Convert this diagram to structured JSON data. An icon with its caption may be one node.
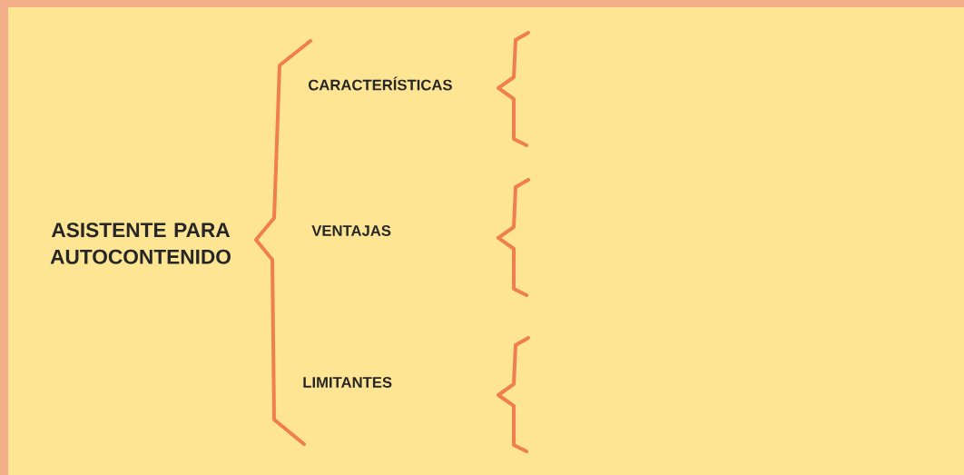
{
  "diagram": {
    "labels": [
      "ASISTENTE PARA AUTOCONTENIDO",
      "CARACTERÍSTICAS",
      "VENTAJAS",
      "LIMITANTES"
    ]
  }
}
